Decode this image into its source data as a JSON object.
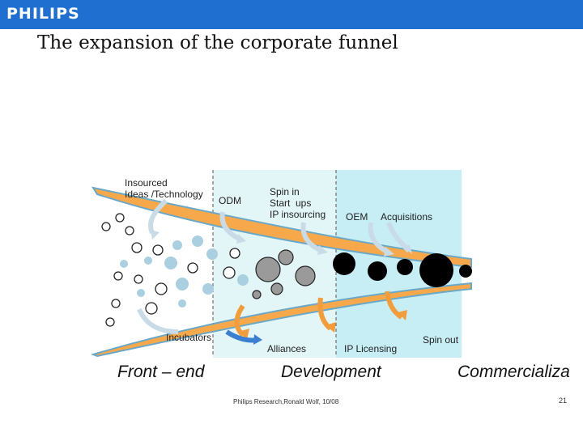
{
  "header": {
    "logo": "PHILIPS",
    "color": "#1f6fd0"
  },
  "title": "The expansion of the corporate funnel",
  "labels": {
    "insourced": "Insourced\nIdeas /Technology",
    "odm": "ODM",
    "spin_in": "Spin in\nStart  ups\nIP insourcing",
    "oem": "OEM",
    "acquisitions": "Acquisitions",
    "incubators": "Incubators",
    "alliances": "Alliances",
    "ip_licensing": "IP Licensing",
    "spin_out": "Spin out"
  },
  "phases": {
    "front_end": "Front – end",
    "development": "Development",
    "commercialization": "Commercializa"
  },
  "footer": "Philips Research,Ronald Wolf, 10/08",
  "page_number": "21",
  "colors": {
    "funnel_orange": "#f7a84a",
    "funnel_edge": "#6aa8c8",
    "panel_light": "#e2f6f8",
    "panel_mid": "#c7eef5",
    "arrow_gray": "#c9dbe6",
    "bubble_blue": "#a9cfe0",
    "bubble_gray": "#9a9a9a",
    "arrow_orange": "#f39c3b",
    "arrow_blue": "#3b7fd0"
  }
}
